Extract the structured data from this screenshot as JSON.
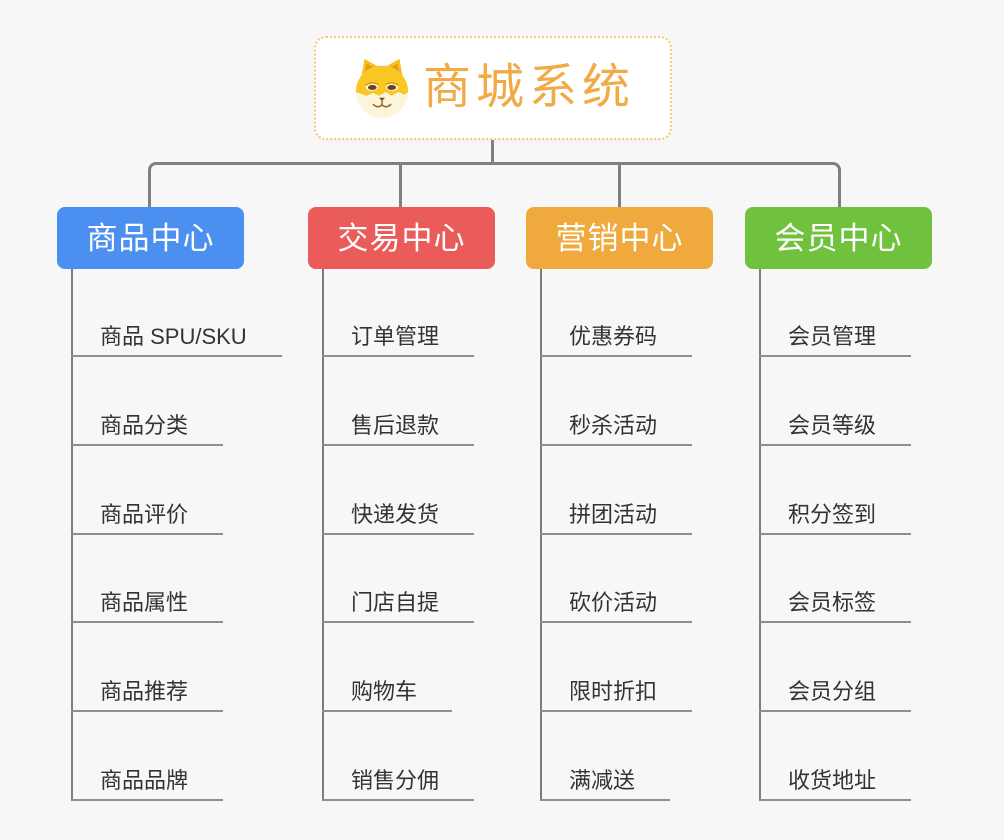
{
  "page": {
    "background": "#f7f7f7"
  },
  "root": {
    "title": "商城系统",
    "title_color": "#F0AB45",
    "border_color": "#F5C678"
  },
  "branches": [
    {
      "id": "product-center",
      "label": "商品中心",
      "color": "#4B8FF0",
      "items": [
        "商品 SPU/SKU",
        "商品分类",
        "商品评价",
        "商品属性",
        "商品推荐",
        "商品品牌"
      ]
    },
    {
      "id": "trade-center",
      "label": "交易中心",
      "color": "#E95C5A",
      "items": [
        "订单管理",
        "售后退款",
        "快递发货",
        "门店自提",
        "购物车",
        "销售分佣"
      ]
    },
    {
      "id": "marketing-center",
      "label": "营销中心",
      "color": "#EFA93C",
      "items": [
        "优惠券码",
        "秒杀活动",
        "拼团活动",
        "砍价活动",
        "限时折扣",
        "满减送"
      ]
    },
    {
      "id": "member-center",
      "label": "会员中心",
      "color": "#70C23E",
      "items": [
        "会员管理",
        "会员等级",
        "积分签到",
        "会员标签",
        "会员分组",
        "收货地址"
      ]
    }
  ]
}
